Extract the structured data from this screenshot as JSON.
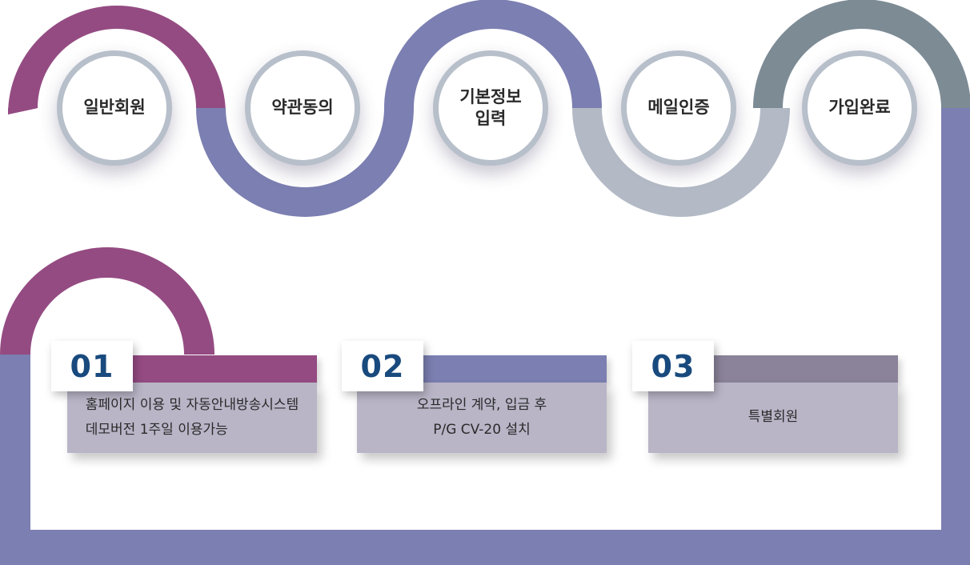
{
  "steps": [
    {
      "label": "일반회원"
    },
    {
      "label": "약관동의"
    },
    {
      "label": "기본정보\n입력"
    },
    {
      "label": "메일인증"
    },
    {
      "label": "가입완료"
    }
  ],
  "cards": [
    {
      "number": "01",
      "text": "홈페이지 이용 및 자동안내방송시스템\n데모버전 1주일 이용가능"
    },
    {
      "number": "02",
      "text": "오프라인 계약, 입금 후\nP/G CV-20 설치"
    },
    {
      "number": "03",
      "text": "특별회원"
    }
  ],
  "colors": {
    "magenta": "#944b82",
    "indigo": "#7b7fb1",
    "light_gray_blue": "#b3bac6",
    "slate": "#7d8b95",
    "card_gray": "#8b8399",
    "card_body": "#b9b5c7",
    "number_text": "#194a7e"
  }
}
